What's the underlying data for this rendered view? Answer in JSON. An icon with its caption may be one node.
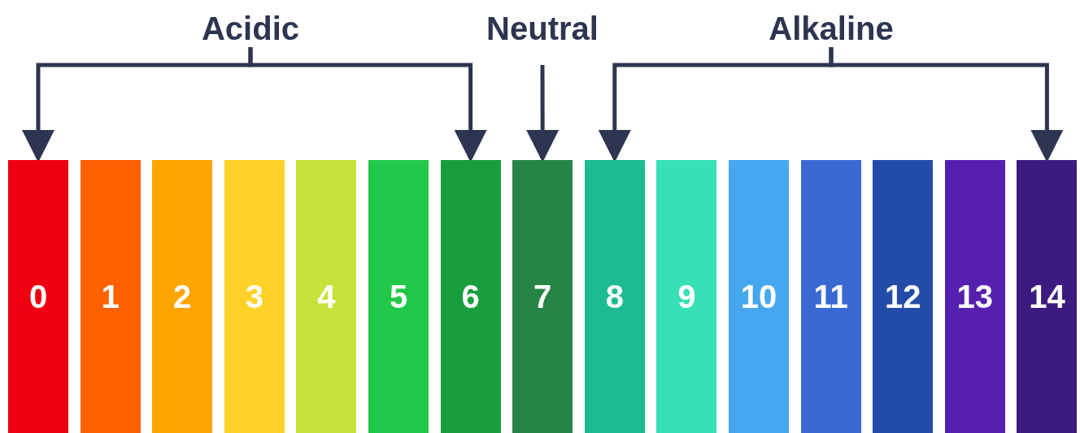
{
  "diagram": {
    "nodes": [
      {
        "text": [
          "Acidic"
        ]
      },
      {
        "text": [
          "Neutral"
        ]
      },
      {
        "text": [
          "Alkaline"
        ]
      },
      {
        "text": [
          "0"
        ]
      },
      {
        "text": [
          "1"
        ]
      },
      {
        "text": [
          "2"
        ]
      },
      {
        "text": [
          "3"
        ]
      },
      {
        "text": [
          "4"
        ]
      },
      {
        "text": [
          "5"
        ]
      },
      {
        "text": [
          "6"
        ]
      },
      {
        "text": [
          "7"
        ]
      },
      {
        "text": [
          "8"
        ]
      },
      {
        "text": [
          "9"
        ]
      },
      {
        "text": [
          "10"
        ]
      },
      {
        "text": [
          "11"
        ]
      },
      {
        "text": [
          "12"
        ]
      },
      {
        "text": [
          "13"
        ]
      },
      {
        "text": [
          "14"
        ]
      }
    ],
    "edges": [
      {
        "from": 0,
        "to": 3,
        "arrow": "to"
      },
      {
        "from": 0,
        "to": 9,
        "arrow": "to"
      },
      {
        "from": 1,
        "to": 10,
        "arrow": "to"
      },
      {
        "from": 2,
        "to": 11,
        "arrow": "to"
      },
      {
        "from": 2,
        "to": 17,
        "arrow": "to"
      }
    ]
  }
}
